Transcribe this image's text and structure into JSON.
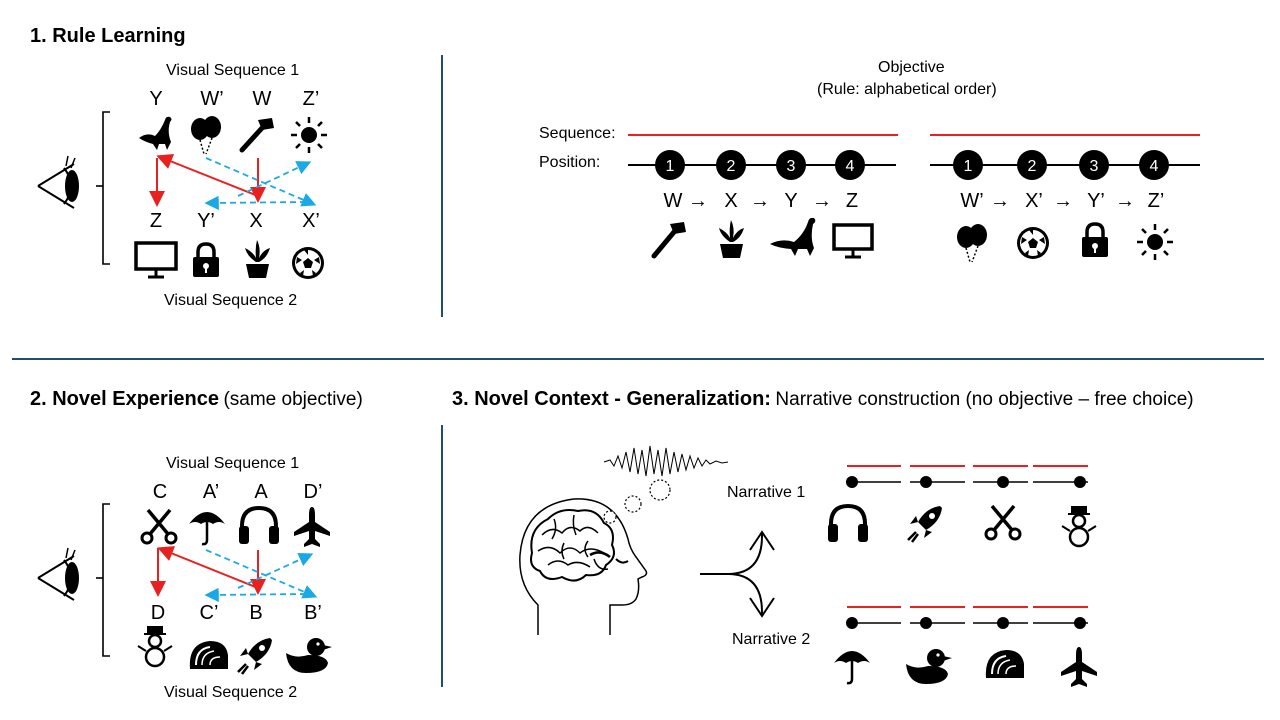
{
  "section1": {
    "title": "1. Rule Learning",
    "seq1_label": "Visual Sequence 1",
    "seq2_label": "Visual Sequence 2",
    "row1_letters": [
      "Y",
      "W’",
      "W",
      "Z’"
    ],
    "row2_letters": [
      "Z",
      "Y’",
      "X",
      "X’"
    ],
    "row1_icons": [
      "dinosaur-icon",
      "balloons-icon",
      "hammer-icon",
      "sun-icon"
    ],
    "row2_icons": [
      "monitor-icon",
      "lock-icon",
      "plant-icon",
      "soccer-ball-icon"
    ]
  },
  "objective": {
    "title": "Objective",
    "rule": "(Rule: alphabetical order)",
    "sequence_label": "Sequence:",
    "position_label": "Position:",
    "positions": [
      "1",
      "2",
      "3",
      "4"
    ],
    "seqA_letters": [
      "W",
      "X",
      "Y",
      "Z"
    ],
    "seqB_letters": [
      "W’",
      "X’",
      "Y’",
      "Z’"
    ],
    "seqA_icons": [
      "hammer-icon",
      "plant-icon",
      "dinosaur-icon",
      "monitor-icon"
    ],
    "seqB_icons": [
      "balloons-icon",
      "soccer-ball-icon",
      "lock-icon",
      "sun-icon"
    ],
    "arrow": "→"
  },
  "section2": {
    "title": "2. Novel Experience",
    "subtitle": "(same objective)",
    "seq1_label": "Visual Sequence 1",
    "seq2_label": "Visual Sequence 2",
    "row1_letters": [
      "C",
      "A’",
      "A",
      "D’"
    ],
    "row2_letters": [
      "D",
      "C’",
      "B",
      "B’"
    ],
    "row1_icons": [
      "scissors-icon",
      "umbrella-icon",
      "headphones-icon",
      "airplane-icon"
    ],
    "row2_icons": [
      "snowman-icon",
      "taco-icon",
      "rocket-icon",
      "duck-icon"
    ]
  },
  "section3": {
    "title": "3. Novel Context - Generalization:",
    "subtitle": "Narrative construction (no objective – free choice)",
    "narrative1_label": "Narrative 1",
    "narrative2_label": "Narrative 2",
    "narrative1_icons": [
      "headphones-icon",
      "rocket-icon",
      "scissors-icon",
      "snowman-icon"
    ],
    "narrative2_icons": [
      "umbrella-icon",
      "duck-icon",
      "taco-icon",
      "airplane-icon"
    ]
  },
  "colors": {
    "red": "#e8201f",
    "cyan": "#1aa9e6",
    "divider": "#1f4e6e",
    "black": "#000000"
  }
}
